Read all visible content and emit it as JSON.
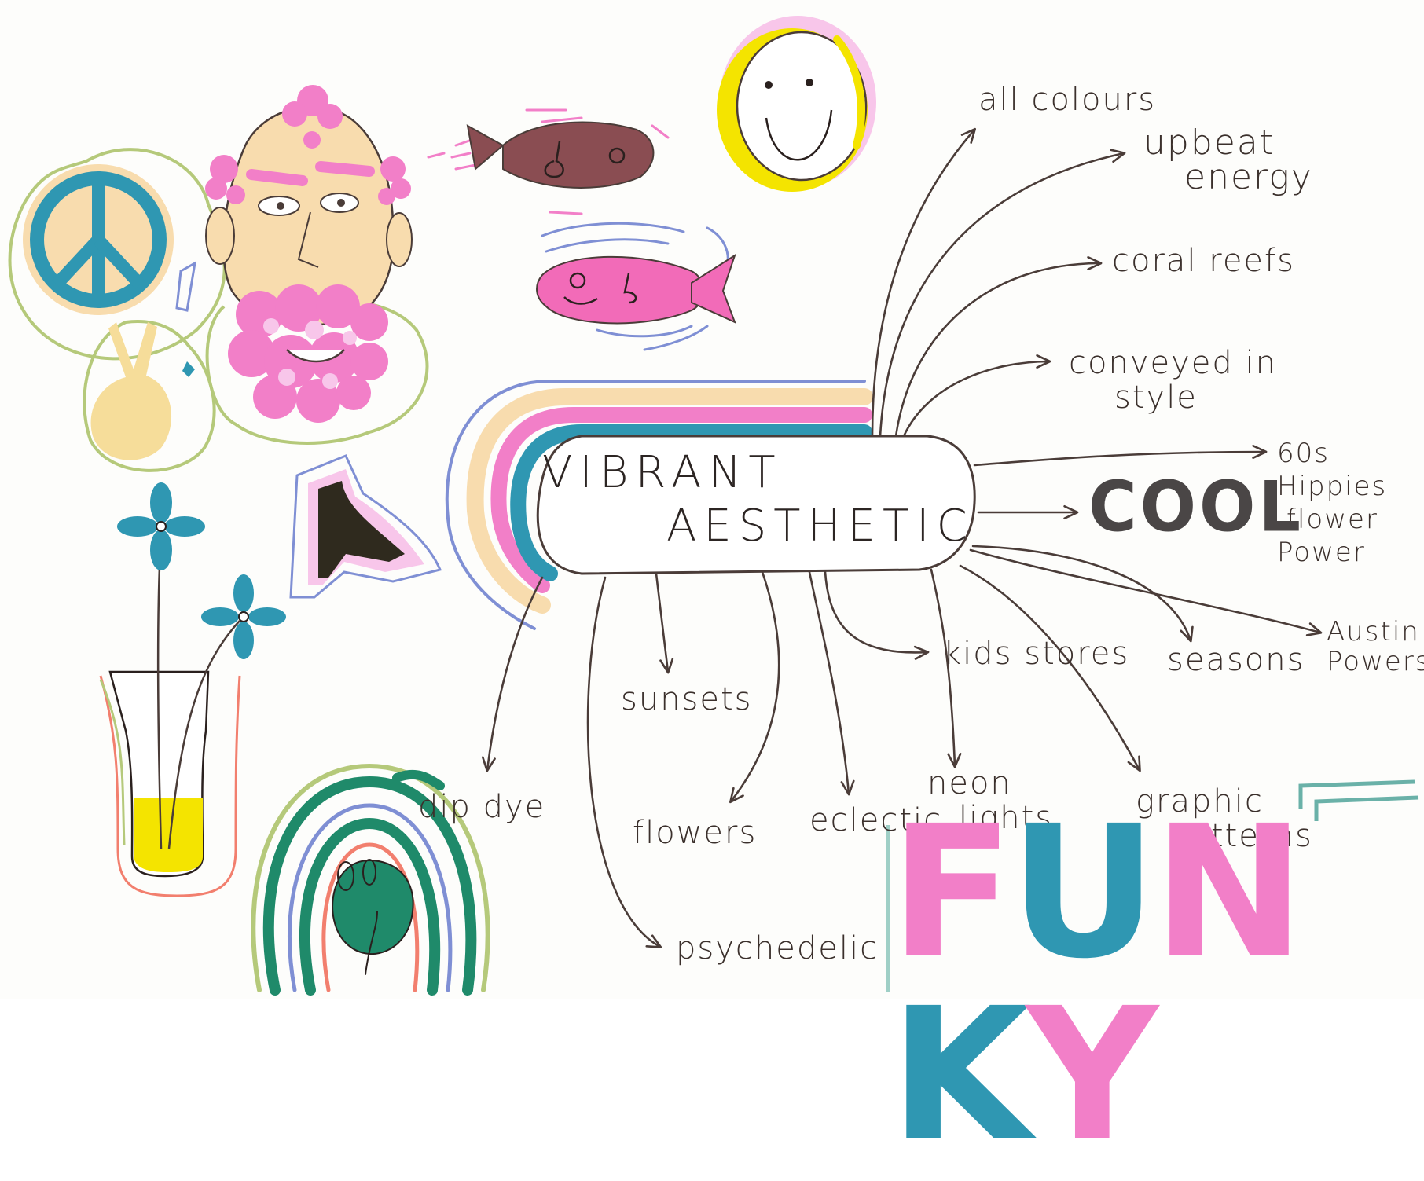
{
  "mind_map": {
    "center": {
      "line1": "VIBRANT",
      "line2": "AESTHETIC"
    },
    "branches": [
      {
        "id": "all-colours",
        "text": "all colours"
      },
      {
        "id": "upbeat-energy",
        "line1": "upbeat",
        "line2": "energy"
      },
      {
        "id": "coral-reefs",
        "text": "coral reefs"
      },
      {
        "id": "conveyed-in-style",
        "line1": "conveyed in",
        "line2": "style"
      },
      {
        "id": "60s-hippies",
        "lines": [
          "60s",
          "Hippies",
          "flower",
          "Power"
        ]
      },
      {
        "id": "cool",
        "text": "COOL"
      },
      {
        "id": "austin-powers",
        "line1": "Austin",
        "line2": "Powers"
      },
      {
        "id": "seasons",
        "text": "seasons"
      },
      {
        "id": "kids-stores",
        "text": "kids stores"
      },
      {
        "id": "graphic-patterns",
        "line1": "graphic",
        "line2": "patterns"
      },
      {
        "id": "neon-lights",
        "line1": "neon",
        "line2": "lights"
      },
      {
        "id": "eclectic",
        "text": "eclectic"
      },
      {
        "id": "flowers",
        "text": "flowers"
      },
      {
        "id": "sunsets",
        "text": "sunsets"
      },
      {
        "id": "dip-dye",
        "text": "dip dye"
      },
      {
        "id": "psychedelic",
        "text": "psychedelic"
      }
    ],
    "funky": {
      "letters": [
        "F",
        "U",
        "N",
        "K",
        "Y"
      ]
    }
  },
  "colors": {
    "ink": "#4a3c38",
    "pink": "#f27fc8",
    "teal": "#2f97b2",
    "peach": "#f8dcae",
    "blue_outline": "#7f8fd4",
    "green": "#1f8a6a",
    "yellow": "#f4e400",
    "fish_brown": "#8a4d52",
    "cool_grey": "#4a4646"
  },
  "illustrations": [
    "peace-sign-icon",
    "peace-hand-icon",
    "bearded-face-icon",
    "brown-fish-icon",
    "pink-fish-icon",
    "smiley-face-icon",
    "rainbow-arc-icon",
    "boot-icon",
    "flower-vase-icon",
    "psychedelic-arches-icon"
  ]
}
